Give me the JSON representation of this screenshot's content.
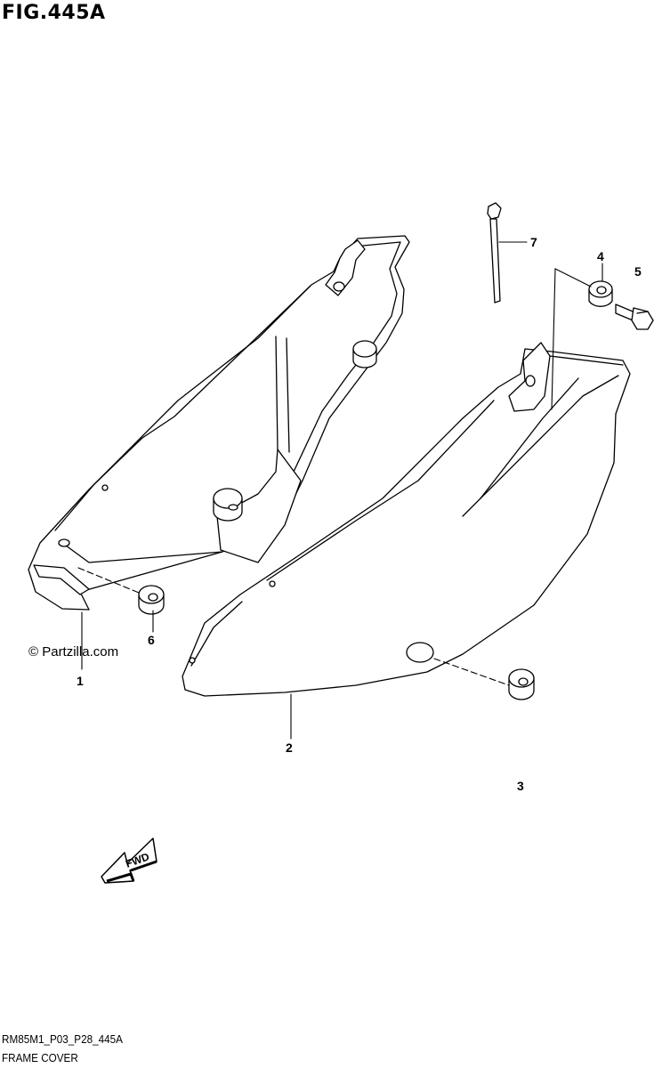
{
  "figure": {
    "title": "FIG.445A",
    "drawing_code": "RM85M1_P03_P28_445A",
    "caption": "FRAME COVER"
  },
  "watermark": "© Partzilla.com",
  "fwd_label": "FWD",
  "callouts": [
    {
      "number": "1",
      "part": "frame-cover-left"
    },
    {
      "number": "2",
      "part": "frame-cover-right"
    },
    {
      "number": "3",
      "part": "cushion-right"
    },
    {
      "number": "4",
      "part": "washer"
    },
    {
      "number": "5",
      "part": "bolt"
    },
    {
      "number": "6",
      "part": "cushion-left"
    },
    {
      "number": "7",
      "part": "cable-tie"
    }
  ]
}
